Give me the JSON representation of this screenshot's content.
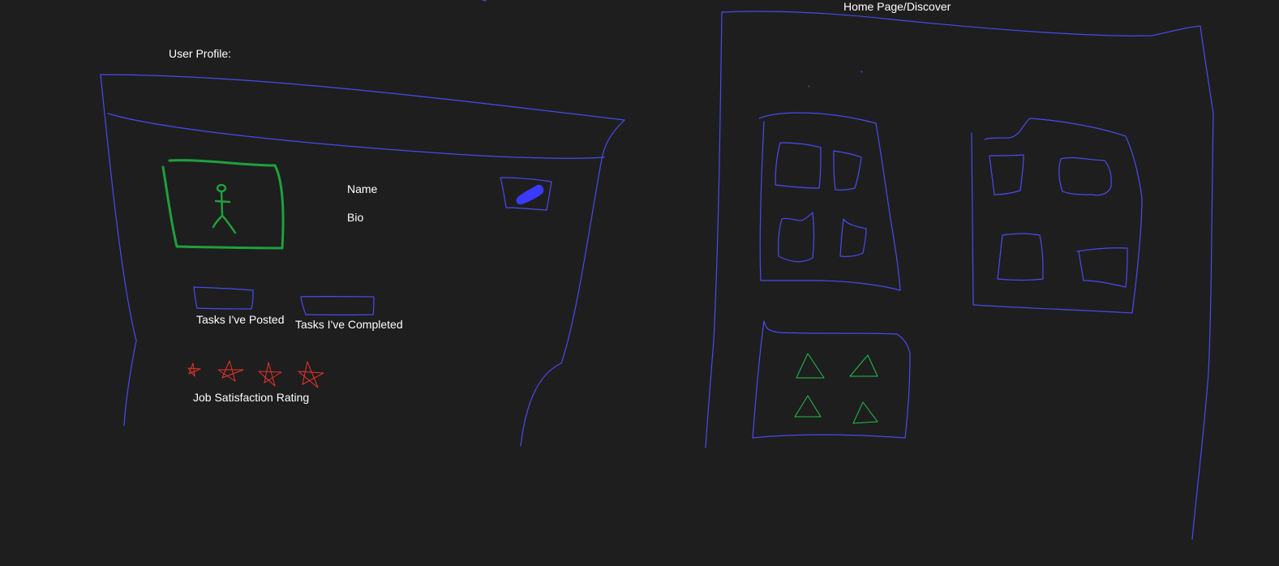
{
  "colors": {
    "background": "#1e1e1e",
    "outline": "#4a4af0",
    "avatar": "#1fa03c",
    "edit_icon": "#3b3bff",
    "stars": "#e8332a",
    "triangles": "#22c04a",
    "text": "#ffffff"
  },
  "profile": {
    "section_title": "User Profile:",
    "name_label": "Name",
    "bio_label": "Bio",
    "tasks_posted_label": "Tasks I've Posted",
    "tasks_completed_label": "Tasks I've Completed",
    "rating_label": "Job Satisfaction Rating",
    "rating_stars": 4
  },
  "home": {
    "section_title": "Home Page/Discover"
  },
  "icons": {
    "avatar": "stick-figure-icon",
    "edit": "pencil-icon",
    "star": "star-icon",
    "triangle": "triangle-icon"
  }
}
